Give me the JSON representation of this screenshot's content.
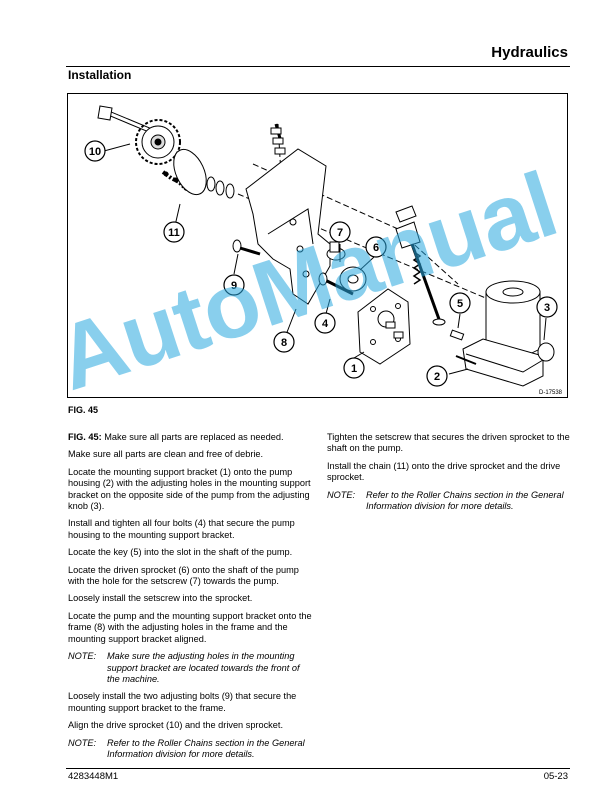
{
  "header": {
    "section": "Hydraulics",
    "subtitle": "Installation"
  },
  "figure": {
    "drawing_id": "D-17538",
    "caption": "FIG. 45",
    "callouts": [
      "10",
      "11",
      "9",
      "8",
      "7",
      "6",
      "4",
      "1",
      "2",
      "5",
      "3"
    ]
  },
  "left_column": {
    "p1_bold": "FIG. 45:",
    "p1_text": " Make sure all parts are replaced as needed.",
    "p2": "Make sure all parts are clean and free of debrie.",
    "p3": "Locate the mounting support bracket (1) onto the pump housing (2) with the adjusting holes in the mounting support bracket on the opposite side of the pump from the adjusting knob (3).",
    "p4": "Install and tighten all four bolts (4) that secure the pump housing to the mounting support bracket.",
    "p5": "Locate the key (5) into the slot in the shaft of the pump.",
    "p6": "Locate the driven sprocket (6) onto the shaft of the pump with the hole for the setscrew (7) towards the pump.",
    "p7": "Loosely install the setscrew into the sprocket.",
    "p8": "Locate the pump and the mounting support bracket onto the frame (8) with the adjusting holes in the frame and the mounting support bracket aligned.",
    "note1_label": "NOTE:",
    "note1_text": "Make sure the adjusting holes in the mounting support bracket are located towards the front of the machine.",
    "p9": "Loosely install the two adjusting bolts (9) that secure the mounting support bracket to the frame.",
    "p10": "Align the drive sprocket (10) and the driven sprocket.",
    "note2_label": "NOTE:",
    "note2_text": "Refer to the Roller Chains section in the General Information division for more details."
  },
  "right_column": {
    "p1": "Tighten the setscrew that secures the driven sprocket to the shaft on the pump.",
    "p2": "Install the chain (11) onto the drive sprocket and the drive sprocket.",
    "note_label": "NOTE:",
    "note_text": "Refer to the Roller Chains section in the General Information division for more details."
  },
  "footer": {
    "part_number": "4283448M1",
    "page": "05-23"
  },
  "watermark": "AutoManual"
}
